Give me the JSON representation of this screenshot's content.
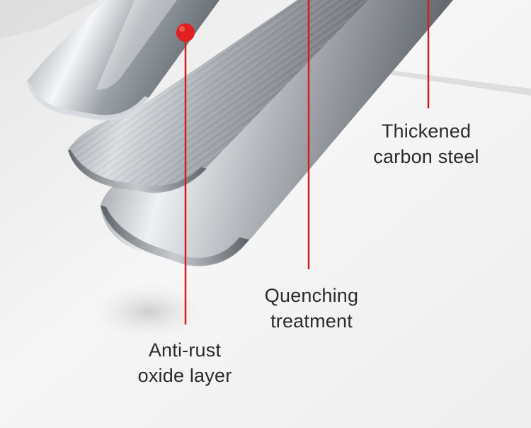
{
  "image": {
    "callouts": [
      {
        "line1": "Anti-rust",
        "line2": "oxide layer"
      },
      {
        "line1": "Quenching",
        "line2": "treatment"
      },
      {
        "line1": "Thickened",
        "line2": "carbon steel"
      }
    ],
    "colors": {
      "background": "#f3f3f3",
      "steel_light": "#e9ecef",
      "steel_dark": "#6c7178",
      "leader_line": "#d11f1f",
      "marker_dot": "#e02020",
      "text": "#2b2b2b"
    }
  }
}
